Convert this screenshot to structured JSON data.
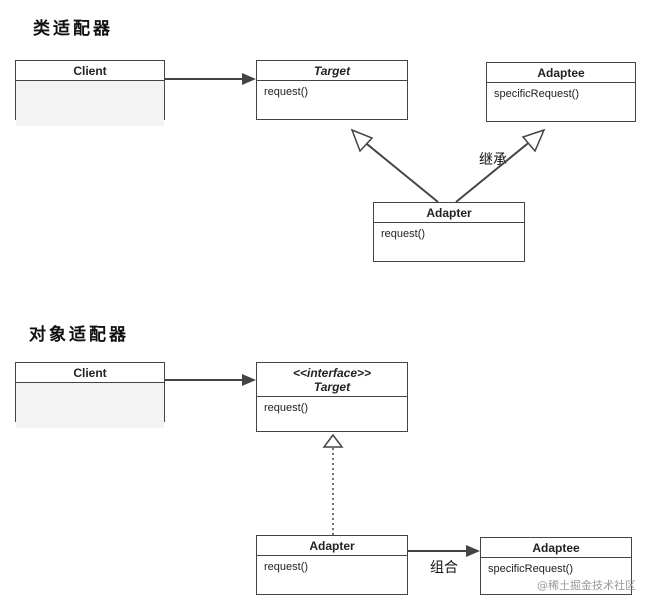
{
  "class_adapter": {
    "title": "类适配器",
    "client": {
      "name": "Client"
    },
    "target": {
      "name": "Target",
      "method": "request()"
    },
    "adaptee": {
      "name": "Adaptee",
      "method": "specificRequest()"
    },
    "adapter": {
      "name": "Adapter",
      "method": "request()"
    },
    "inherit_label": "继承"
  },
  "object_adapter": {
    "title": "对象适配器",
    "client": {
      "name": "Client"
    },
    "target": {
      "stereotype": "<<interface>>",
      "name": "Target",
      "method": "request()"
    },
    "adapter": {
      "name": "Adapter",
      "method": "request()"
    },
    "adaptee": {
      "name": "Adaptee",
      "method": "specificRequest()"
    },
    "compose_label": "组合"
  },
  "watermark": "@稀土掘金技术社区"
}
